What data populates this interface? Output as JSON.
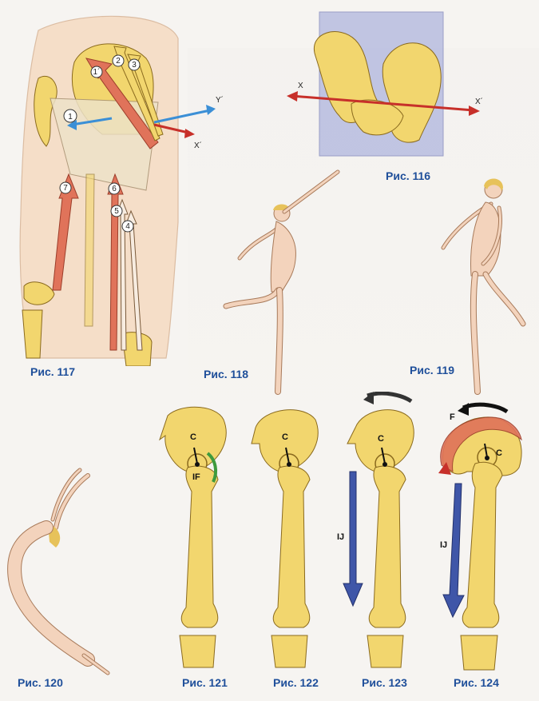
{
  "figures": [
    {
      "id": "fig116",
      "caption": "Рис. 116",
      "axis_left": "X",
      "axis_right": "X´"
    },
    {
      "id": "fig117",
      "caption": "Рис. 117",
      "axis_y": "Y´",
      "axis_x": "X´",
      "muscle_numbers": [
        "1´",
        "2",
        "3",
        "1",
        "7",
        "6",
        "5",
        "4"
      ]
    },
    {
      "id": "fig118",
      "caption": "Рис. 118"
    },
    {
      "id": "fig119",
      "caption": "Рис. 119"
    },
    {
      "id": "fig120",
      "caption": "Рис. 120"
    },
    {
      "id": "fig121",
      "caption": "Рис. 121",
      "label_c": "C",
      "label_if": "IF"
    },
    {
      "id": "fig122",
      "caption": "Рис. 122",
      "label_c": "C"
    },
    {
      "id": "fig123",
      "caption": "Рис. 123",
      "label_c": "C",
      "label_ij": "IJ"
    },
    {
      "id": "fig124",
      "caption": "Рис. 124",
      "label_c": "C",
      "label_ij": "IJ",
      "label_f": "F"
    }
  ],
  "colors": {
    "bone": "#f2d66e",
    "bone_stroke": "#8a6a1e",
    "skin": "#f3d3bc",
    "muscle_red": "#e0735a",
    "arrow_blue": "#3f56a8",
    "axis_red": "#c7302a",
    "axis_cyan": "#3b8fd6",
    "plane": "#b8bde0",
    "caption": "#1f4f9a"
  }
}
